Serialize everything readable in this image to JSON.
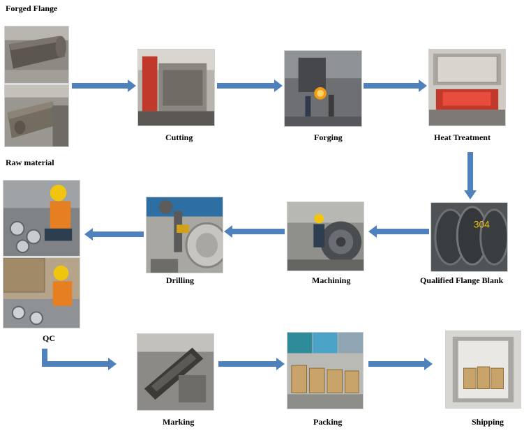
{
  "diagram": {
    "title": "Forged Flange",
    "section_label": "Raw material",
    "steps": {
      "cutting": "Cutting",
      "forging": "Forging",
      "heat_treatment": "Heat Treatment",
      "qualified_blank": "Qualified Flange Blank",
      "machining": "Machining",
      "drilling": "Drilling",
      "qc": "QC",
      "marking": "Marking",
      "packing": "Packing",
      "shipping": "Shipping"
    },
    "arrow_color": "#4f81bd"
  }
}
